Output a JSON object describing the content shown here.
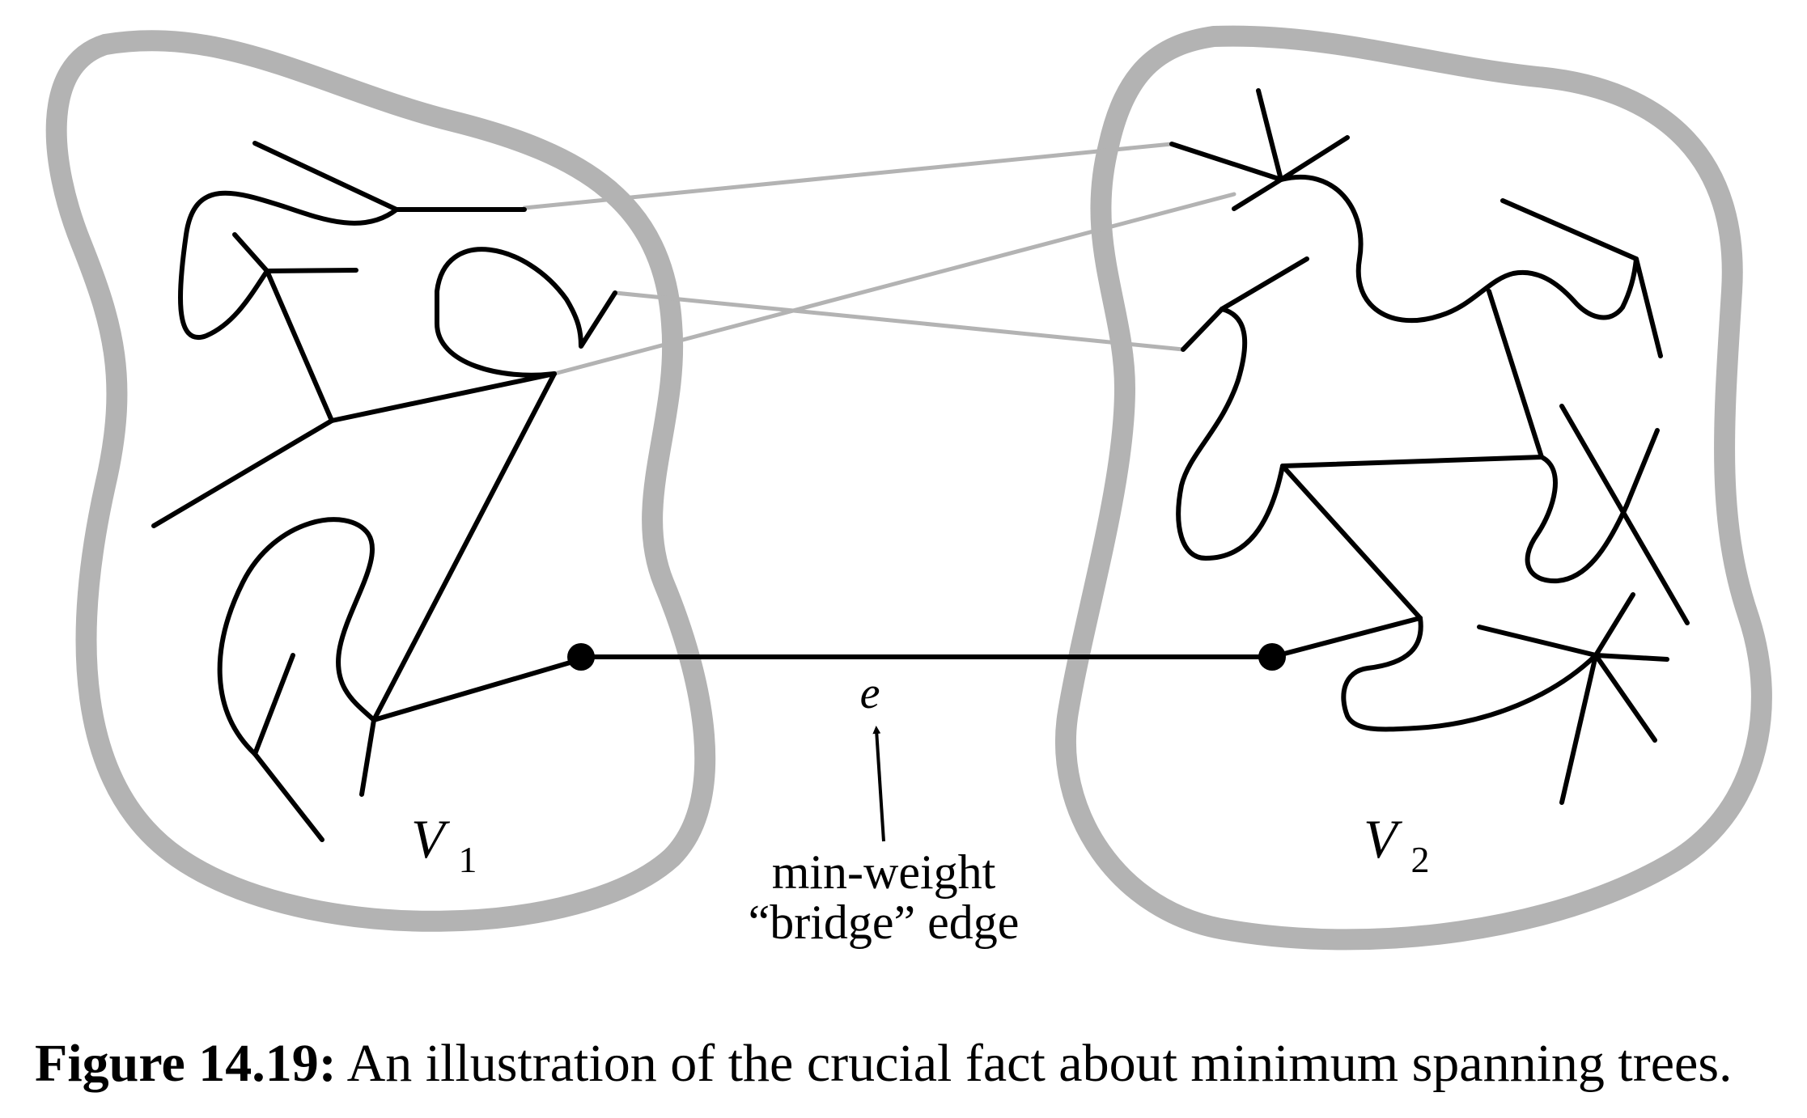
{
  "figure": {
    "region_left_label": {
      "main": "V",
      "sub": "1"
    },
    "region_right_label": {
      "main": "V",
      "sub": "2"
    },
    "edge_label": "e",
    "annotation_line1": "min-weight",
    "annotation_line2": "“bridge” edge",
    "colors": {
      "outline": "#b3b3b3",
      "cross_edges": "#b3b3b3",
      "tree_edges": "#000000"
    }
  },
  "caption": {
    "label": "Figure 14.19:",
    "text": " An illustration of the crucial fact about minimum spanning trees."
  }
}
